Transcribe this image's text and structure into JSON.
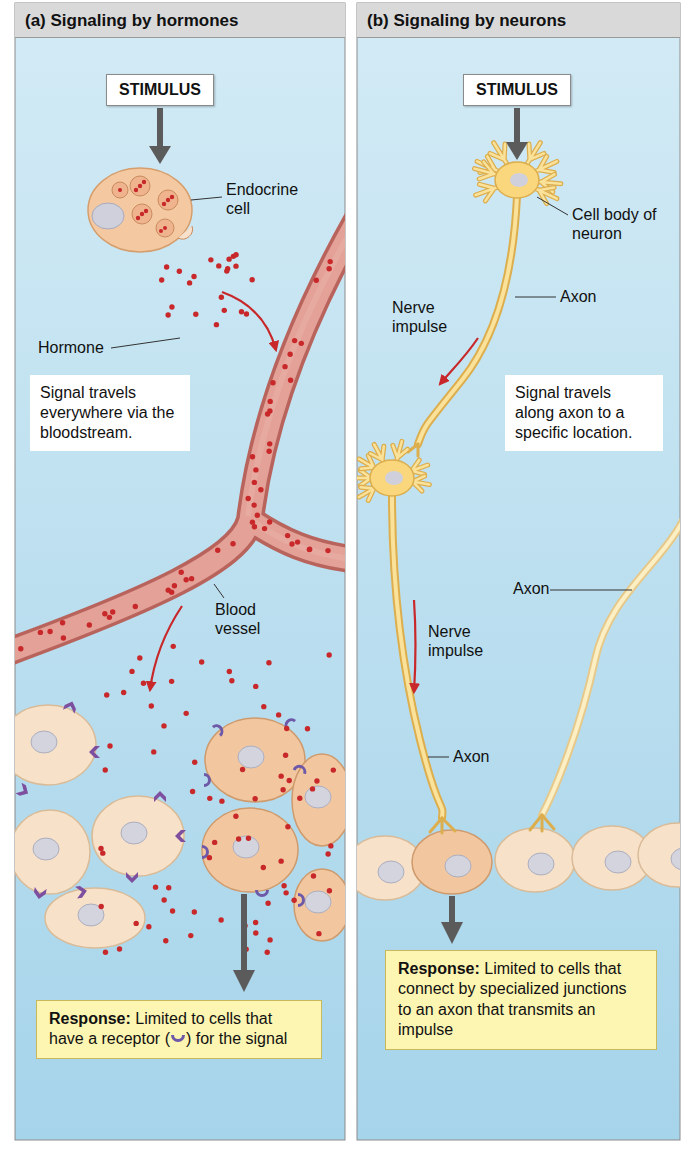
{
  "diagram": {
    "nodes": [
      {
        "text": [
          "(a) Signaling by hormones"
        ]
      },
      {
        "text": [
          "STIMULUS"
        ],
        "in": 0
      },
      {
        "text": [
          "Signal travels everywhere via the bloodstream."
        ],
        "in": 0
      },
      {
        "text": [
          "Response:",
          "Limited to cells that have a receptor (",
          ") for the signal"
        ],
        "in": 0
      },
      {
        "text": [
          "(b) Signaling by neurons"
        ]
      },
      {
        "text": [
          "STIMULUS"
        ],
        "in": 4
      },
      {
        "text": [
          "Signal travels along axon to a specific location."
        ],
        "in": 4
      },
      {
        "text": [
          "Response:",
          "Limited to cells that connect by specialized junctions to an axon that transmits an impulse"
        ],
        "in": 4
      }
    ],
    "labels": [
      "Endocrine cell",
      "Hormone",
      "Blood vessel",
      "Cell body of neuron",
      "Nerve impulse",
      "Axon",
      "Axon",
      "Nerve impulse",
      "Axon"
    ]
  }
}
